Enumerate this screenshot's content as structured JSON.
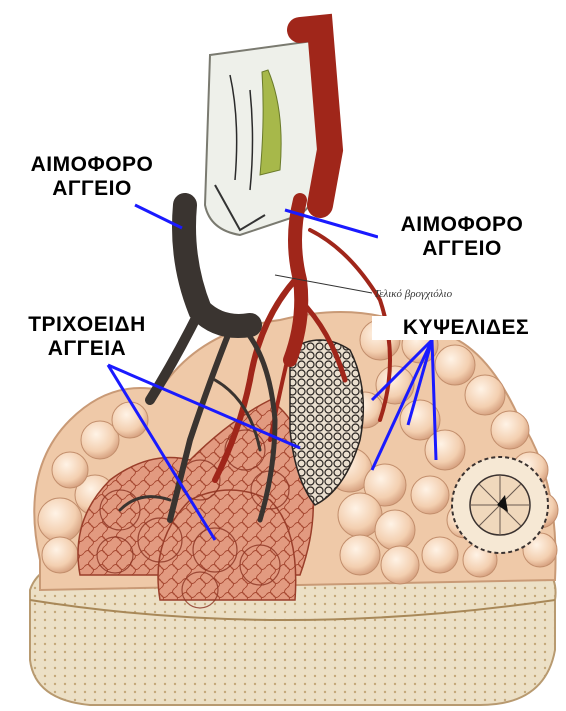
{
  "labels": {
    "vessel_left": {
      "line1": "ΑΙΜΟΦΟΡΟ",
      "line2": "ΑΓΓΕΙΟ"
    },
    "vessel_right": {
      "line1": "ΑΙΜΟΦΟΡΟ",
      "line2": "ΑΓΓΕΙΟ"
    },
    "capillaries": {
      "line1": "ΤΡΙΧΟΕΙΔΗ",
      "line2": "ΑΓΓΕΙΑ"
    },
    "alveoli": {
      "line1": "ΚΥΨΕΛΙΔΕΣ"
    },
    "bronchiole": "Τελικό βρογχιόλιο"
  },
  "colors": {
    "pointer_lines": "#1a1aff",
    "artery": "#a0261a",
    "vein": "#3a3430",
    "alveoli": "#f4d6b8",
    "capillary_net": "#d27a5a",
    "base": "#e8dcc4"
  }
}
